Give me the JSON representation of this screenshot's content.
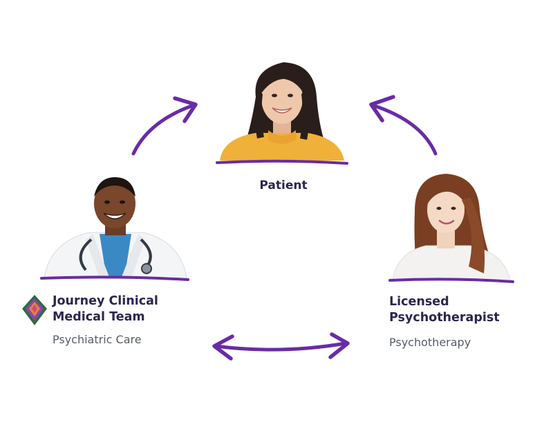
{
  "colors": {
    "accent": "#6a2ba6",
    "heading": "#2d2550",
    "subtext": "#555b66"
  },
  "nodes": {
    "patient": {
      "title": "Patient",
      "image": "smiling woman in mustard sweater"
    },
    "medical": {
      "title_line1": "Journey Clinical",
      "title_line2": "Medical Team",
      "subtitle": "Psychiatric Care",
      "logo": "journey-clinical-diamond-logo",
      "image": "smiling doctor in white coat with stethoscope"
    },
    "therapist": {
      "title_line1": "Licensed",
      "title_line2": "Psychotherapist",
      "subtitle": "Psychotherapy",
      "image": "smiling woman in white top"
    }
  },
  "arrows": [
    {
      "name": "medical-to-patient",
      "icon": "curved-arrow-icon"
    },
    {
      "name": "therapist-to-patient",
      "icon": "curved-arrow-icon"
    },
    {
      "name": "medical-therapist-bidirectional",
      "icon": "double-arrow-icon"
    }
  ]
}
